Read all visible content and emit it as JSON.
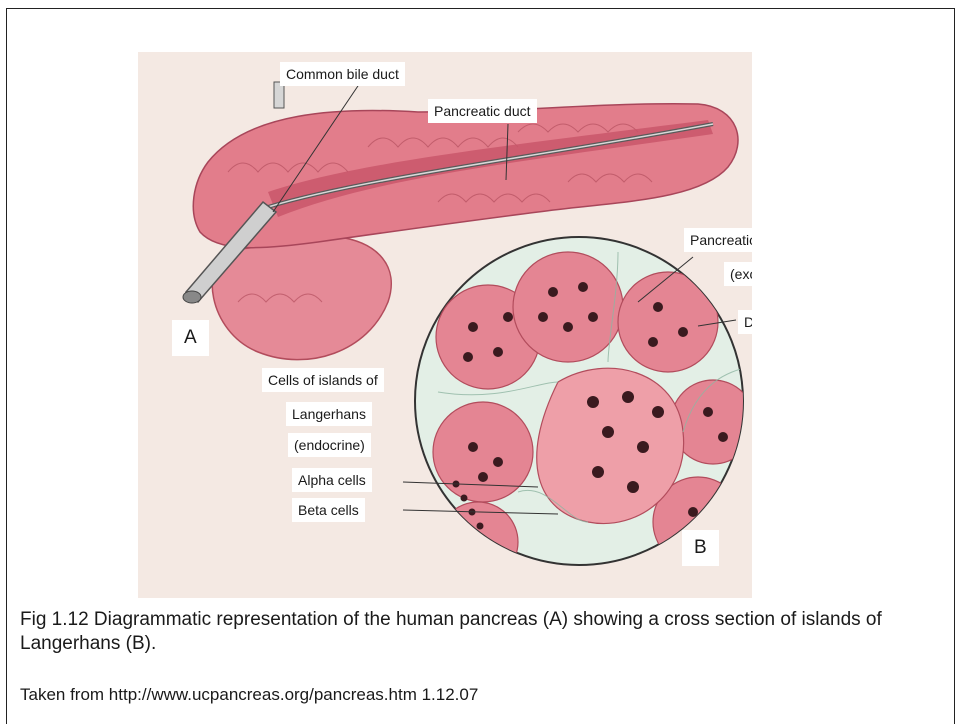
{
  "labels": {
    "common_bile_duct": "Common bile duct",
    "pancreatic_duct": "Pancreatic duct",
    "pancreatic_acini": "Pancreatic acini",
    "exocrine": "(exocrine)",
    "duct": "Duct",
    "part_a": "A",
    "cells_of_islands": "Cells of islands of",
    "langerhans": "Langerhans",
    "endocrine": "(endocrine)",
    "alpha_cells": "Alpha cells",
    "beta_cells": "Beta cells",
    "part_b": "B"
  },
  "caption": "Fig 1.12 Diagrammatic representation of the human pancreas (A) showing a cross section of islands of Langerhans (B).",
  "source": "Taken from http://www.ucpancreas.org/pancreas.htm 1.12.07",
  "colors": {
    "tissue": "#d9707f",
    "tissue_light": "#ee9fa8",
    "nucleus": "#3a1a1f",
    "connective": "#cfe0d6"
  }
}
